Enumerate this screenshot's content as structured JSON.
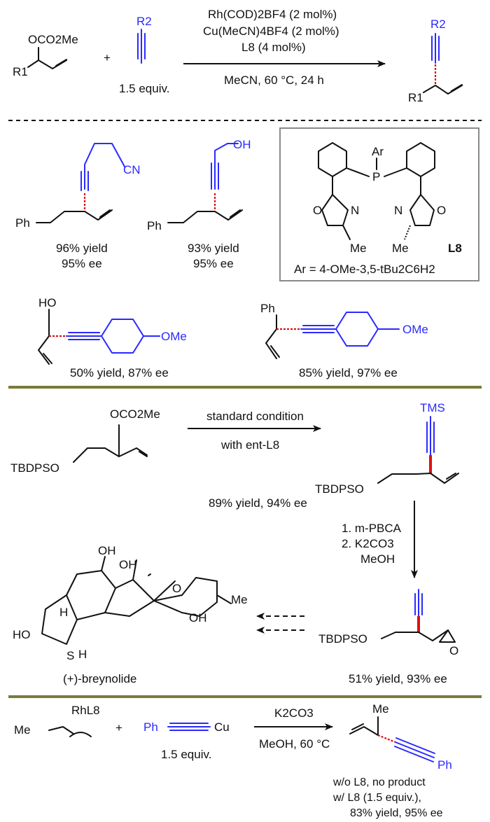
{
  "colors": {
    "text": "#111111",
    "accent_blue": "#2a2aff",
    "stereo_red": "#e01010",
    "divider_olive": "#7a7a3a"
  },
  "top_scheme": {
    "sub_oco2me": "OCO2Me",
    "sub_r1": "R1",
    "plus": "+",
    "alkyne_r2": "R2",
    "alkyne_equiv": "1.5 equiv.",
    "cond1": "Rh(COD)2BF4 (2 mol%)",
    "cond2": "Cu(MeCN)4BF4 (2 mol%)",
    "cond3": "L8 (4 mol%)",
    "cond_below": "MeCN, 60 °C, 24 h",
    "prod_r2": "R2",
    "prod_r1": "R1"
  },
  "examples": {
    "ex1_cn": "CN",
    "ex1_ph": "Ph",
    "ex1_yield": "96% yield",
    "ex1_ee": "95% ee",
    "ex2_oh": "OH",
    "ex2_ph": "Ph",
    "ex2_yield": "93% yield",
    "ex2_ee": "95% ee",
    "ex3_ho": "HO",
    "ex3_ome": "OMe",
    "ex3_result": "50% yield, 87% ee",
    "ex4_ph": "Ph",
    "ex4_ome": "OMe",
    "ex4_result": "85% yield, 97% ee"
  },
  "ligand": {
    "ar": "Ar",
    "p": "P",
    "n_left": "N",
    "o_left": "O",
    "n_right": "N",
    "o_right": "O",
    "me_left": "Me",
    "me_right": "Me",
    "label": "L8",
    "ar_def": "Ar = 4-OMe-3,5-tBu2C6H2"
  },
  "synthesis": {
    "sm_oco2me": "OCO2Me",
    "sm_tbdpso": "TBDPSO",
    "arrow_top": "standard condition",
    "arrow_bottom": "with ent-L8",
    "step1_result": "89% yield, 94% ee",
    "tms": "TMS",
    "p1_tbdpso": "TBDPSO",
    "step2_cond1": "1. m-PBCA",
    "step2_cond2": "2. K2CO3",
    "step2_cond3": "MeOH",
    "p2_tbdpso": "TBDPSO",
    "p2_o": "O",
    "step2_result": "51% yield, 93% ee",
    "np_name": "(+)-breynolide",
    "np_oh1": "OH",
    "np_oh2": "OH",
    "np_oh3": "OH",
    "np_ho": "HO",
    "np_h1": "H",
    "np_h2": "H",
    "np_s": "S",
    "np_me": "Me",
    "np_o": "O"
  },
  "mechanism": {
    "me": "Me",
    "rh": "RhL8",
    "plus": "+",
    "ph": "Ph",
    "cu": "Cu",
    "equiv": "1.5 equiv.",
    "cond_top": "K2CO3",
    "cond_bottom": "MeOH, 60 °C",
    "prod_me": "Me",
    "prod_ph": "Ph",
    "note1": "w/o L8, no product",
    "note2": "w/  L8 (1.5 equiv.),",
    "note3": "83% yield, 95% ee"
  }
}
